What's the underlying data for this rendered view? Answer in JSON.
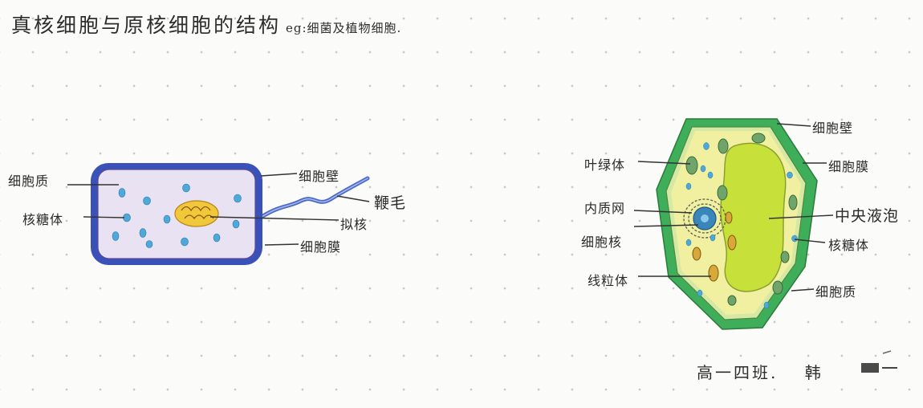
{
  "title": "真核细胞与原核细胞的结构",
  "subtitle": "eg:细菌及植物细胞.",
  "prokaryote": {
    "labels": {
      "cytoplasm": "细胞质",
      "ribosome": "核糖体",
      "cell_wall": "细胞壁",
      "flagellum": "鞭毛",
      "nucleoid": "拟核",
      "cell_membrane": "细胞膜"
    }
  },
  "plant_cell": {
    "labels": {
      "cell_wall": "细胞壁",
      "chloroplast": "叶绿体",
      "cell_membrane": "细胞膜",
      "er": "内质网",
      "central_vacuole": "中央液泡",
      "nucleus": "细胞核",
      "ribosome": "核糖体",
      "mitochondria": "线粒体",
      "cytoplasm": "细胞质"
    }
  },
  "signature": {
    "class": "高一四班.",
    "name": "韩"
  },
  "colors": {
    "bacteria_wall": "#3a52b8",
    "bacteria_fill": "#e8e2f2",
    "ribosome_blue": "#4ea8d8",
    "nucleoid_yellow": "#e8c13a",
    "plant_wall": "#3fae5a",
    "plant_cytoplasm": "#f0f0a0",
    "vacuole": "#c8e03a",
    "chloroplast": "#6fa56a",
    "mitochondria": "#d8a838",
    "nucleus": "#3a86b8"
  }
}
